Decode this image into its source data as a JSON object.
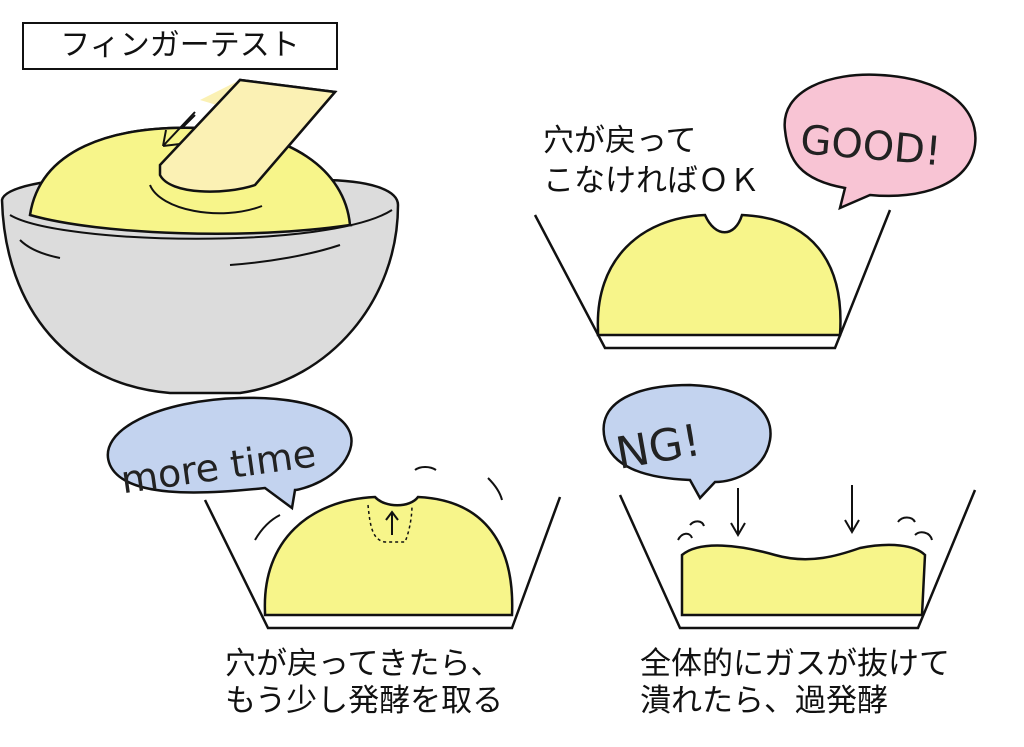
{
  "title": "フィンガーテスト",
  "panels": {
    "good": {
      "caption_line1": "穴が戻って",
      "caption_line2": "こなければＯＫ",
      "bubble": "GOOD!"
    },
    "more_time": {
      "bubble": "more time",
      "caption_line1": "穴が戻ってきたら、",
      "caption_line2": "もう少し発酵を取る"
    },
    "ng": {
      "bubble": "NG!",
      "caption_line1": "全体的にガスが抜けて",
      "caption_line2": "潰れたら、過発酵"
    }
  },
  "colors": {
    "dough": "#f7f58a",
    "finger": "#fbf1b4",
    "bowl": "#dcdcdc",
    "good_bubble": "#f8c4d4",
    "blue_bubble": "#c3d3ef"
  }
}
